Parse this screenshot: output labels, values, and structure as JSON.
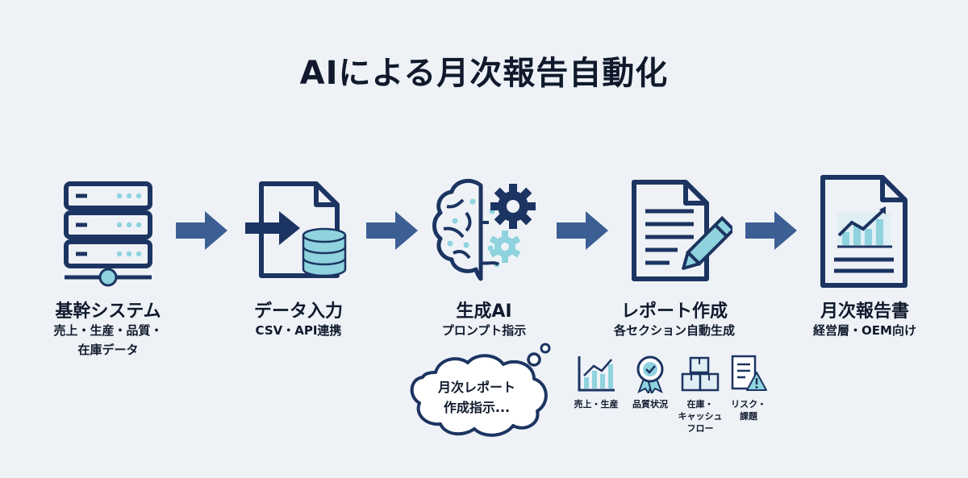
{
  "title": "AIによる月次報告自動化",
  "colors": {
    "navy": "#1c3461",
    "arrow": "#3c5f93",
    "accent": "#8ed3de",
    "ink": "#101a2c"
  },
  "steps": [
    {
      "icon": "server-icon",
      "title": "基幹システム",
      "sub_lines": [
        "売上・生産・品質・",
        "在庫データ"
      ]
    },
    {
      "icon": "data-import-icon",
      "title": "データ入力",
      "sub_lines": [
        "CSV・API連携"
      ]
    },
    {
      "icon": "ai-brain-icon",
      "title": "生成AI",
      "sub_lines": [
        "プロンプト指示"
      ]
    },
    {
      "icon": "document-edit-icon",
      "title": "レポート作成",
      "sub_lines": [
        "各セクション自動生成"
      ]
    },
    {
      "icon": "report-chart-icon",
      "title": "月次報告書",
      "sub_lines": [
        "経営層・OEM向け"
      ]
    }
  ],
  "bubble": {
    "lines": [
      "月次レポート",
      "作成指示..."
    ]
  },
  "sections": [
    {
      "icon": "bar-chart-icon",
      "lines": [
        "売上・生産"
      ]
    },
    {
      "icon": "quality-badge-icon",
      "lines": [
        "品質状況"
      ]
    },
    {
      "icon": "boxes-icon",
      "lines": [
        "在庫・",
        "キャッシュ",
        "フロー"
      ]
    },
    {
      "icon": "risk-checklist-icon",
      "lines": [
        "リスク・",
        "課題"
      ]
    }
  ]
}
